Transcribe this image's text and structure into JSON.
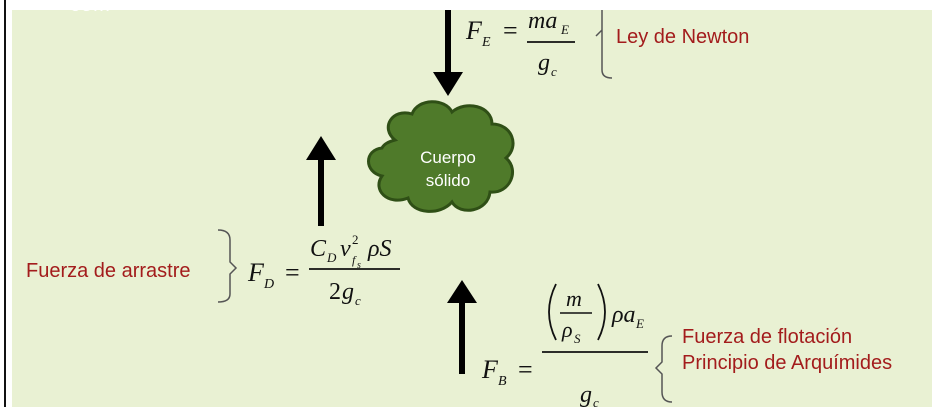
{
  "labels": {
    "newton": "Ley de Newton",
    "drag": "Fuerza de arrastre",
    "buoyancy_line1": "Fuerza de flotación",
    "buoyancy_line2": "Principio de Arquímides",
    "body_line1": "Cuerpo",
    "body_line2": "sólido",
    "top_snippet": "com"
  },
  "colors": {
    "background": "#e9f1d3",
    "label": "#a31c1c",
    "cloud_fill": "#4f7a2a",
    "cloud_stroke": "#2f4f16",
    "arrow": "#000000"
  }
}
